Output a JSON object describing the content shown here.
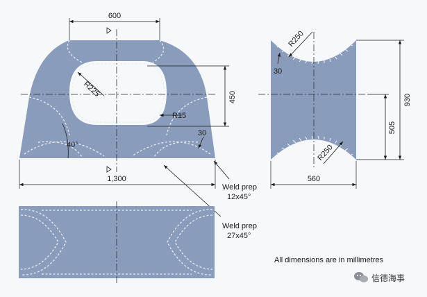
{
  "dimensions": {
    "top_width": "600",
    "hole_radius": "R225",
    "hole_height": "450",
    "fillet_radius": "R15",
    "chamfer_top": "30",
    "chamfer_bottom": "30",
    "angle": "40°",
    "base_width": "1,300",
    "side_radius_top": "R250",
    "side_radius_bottom": "R250",
    "side_chamfer": "30",
    "side_height_total": "930",
    "side_height_lower": "505",
    "side_width": "560"
  },
  "weld_labels": {
    "weld_prep_1_line1": "Weld prep",
    "weld_prep_1_line2": "12x45°",
    "weld_prep_2_line1": "Weld prep",
    "weld_prep_2_line2": "27x45°"
  },
  "note": "All dimensions are in millimetres",
  "watermark": {
    "text": "信德海事",
    "icon": "wechat-icon"
  },
  "colors": {
    "steel": "#8a9cbc",
    "background": "#f7f8fb"
  }
}
